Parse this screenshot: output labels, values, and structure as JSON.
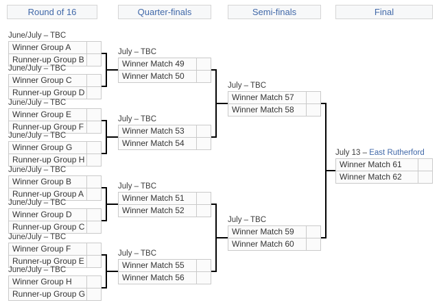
{
  "headers": [
    {
      "label": "Round of 16"
    },
    {
      "label": "Quarter-finals"
    },
    {
      "label": "Semi-finals"
    },
    {
      "label": "Final"
    }
  ],
  "rounds": {
    "round_of_16": {
      "matches": [
        {
          "date": "June/July – TBC",
          "home": "Winner Group A",
          "away": "Runner-up Group B",
          "home_score": "",
          "away_score": ""
        },
        {
          "date": "June/July – TBC",
          "home": "Winner Group C",
          "away": "Runner-up Group D",
          "home_score": "",
          "away_score": ""
        },
        {
          "date": "June/July – TBC",
          "home": "Winner Group E",
          "away": "Runner-up Group F",
          "home_score": "",
          "away_score": ""
        },
        {
          "date": "June/July – TBC",
          "home": "Winner Group G",
          "away": "Runner-up Group H",
          "home_score": "",
          "away_score": ""
        },
        {
          "date": "June/July – TBC",
          "home": "Winner Group B",
          "away": "Runner-up Group A",
          "home_score": "",
          "away_score": ""
        },
        {
          "date": "June/July – TBC",
          "home": "Winner Group D",
          "away": "Runner-up Group C",
          "home_score": "",
          "away_score": ""
        },
        {
          "date": "June/July – TBC",
          "home": "Winner Group F",
          "away": "Runner-up Group E",
          "home_score": "",
          "away_score": ""
        },
        {
          "date": "June/July – TBC",
          "home": "Winner Group H",
          "away": "Runner-up Group G",
          "home_score": "",
          "away_score": ""
        }
      ]
    },
    "quarter_finals": {
      "matches": [
        {
          "date": "July – TBC",
          "home": "Winner Match 49",
          "away": "Winner Match 50",
          "home_score": "",
          "away_score": ""
        },
        {
          "date": "July – TBC",
          "home": "Winner Match 53",
          "away": "Winner Match 54",
          "home_score": "",
          "away_score": ""
        },
        {
          "date": "July – TBC",
          "home": "Winner Match 51",
          "away": "Winner Match 52",
          "home_score": "",
          "away_score": ""
        },
        {
          "date": "July – TBC",
          "home": "Winner Match 55",
          "away": "Winner Match 56",
          "home_score": "",
          "away_score": ""
        }
      ]
    },
    "semi_finals": {
      "matches": [
        {
          "date": "July – TBC",
          "home": "Winner Match 57",
          "away": "Winner Match 58",
          "home_score": "",
          "away_score": ""
        },
        {
          "date": "July – TBC",
          "home": "Winner Match 59",
          "away": "Winner Match 60",
          "home_score": "",
          "away_score": ""
        }
      ]
    },
    "final": {
      "matches": [
        {
          "date_prefix": "July 13 –",
          "venue": "East Rutherford",
          "home": "Winner Match 61",
          "away": "Winner Match 62",
          "home_score": "",
          "away_score": ""
        }
      ]
    }
  },
  "colors": {
    "header_text": "#4068a8",
    "venue_link": "#4068a8",
    "connector": "#000000",
    "table_border": "#c9c9c9",
    "table_background": "#fbfbfb",
    "text": "#333333"
  }
}
